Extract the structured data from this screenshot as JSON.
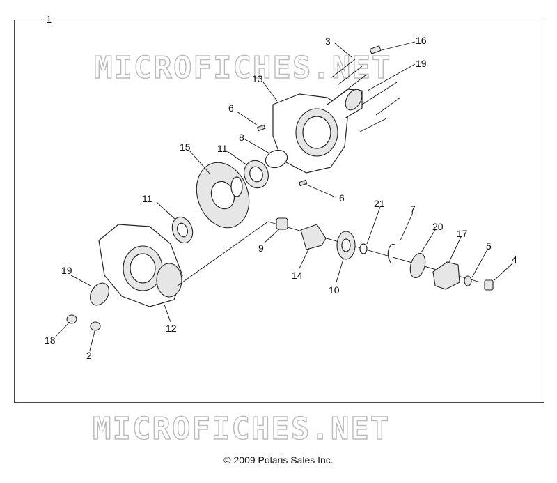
{
  "frame_label": "1",
  "watermark_text": "MICROFICHES.NET",
  "copyright": "© 2009 Polaris Sales Inc.",
  "callouts": {
    "c3": "3",
    "c16": "16",
    "c19a": "19",
    "c13": "13",
    "c6a": "6",
    "c8": "8",
    "c11a": "11",
    "c15": "15",
    "c6b": "6",
    "c21": "21",
    "c7": "7",
    "c11b": "11",
    "c20": "20",
    "c17": "17",
    "c5": "5",
    "c4": "4",
    "c9": "9",
    "c14": "14",
    "c10": "10",
    "c19b": "19",
    "c12": "12",
    "c18": "18",
    "c2": "2"
  }
}
